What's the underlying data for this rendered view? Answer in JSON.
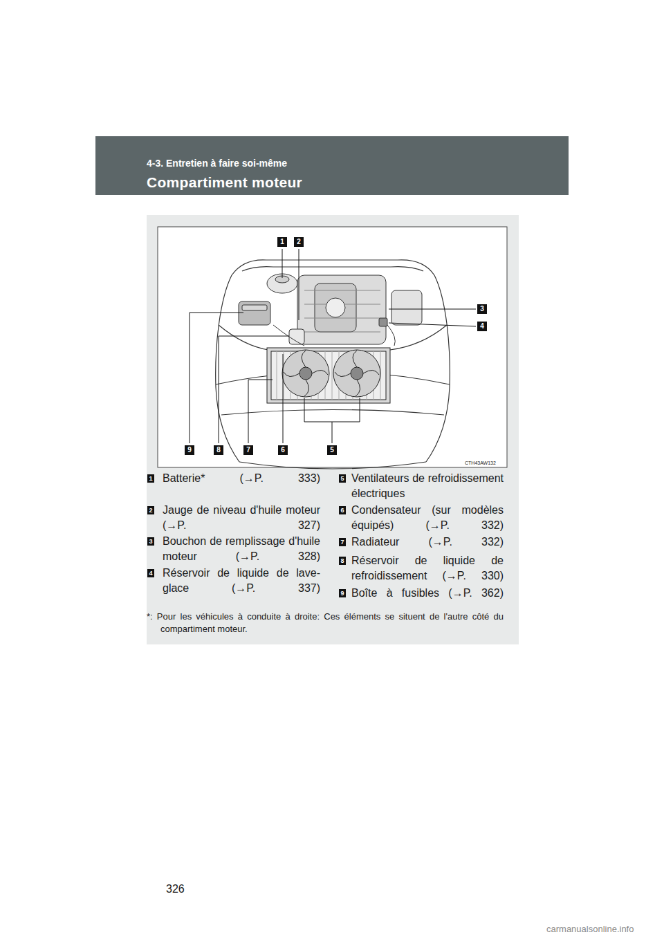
{
  "diagram": {
    "title": "Compartiment moteur",
    "labels": [
      "4-3. Entretien à faire soi-même",
      "1",
      "2",
      "3",
      "4",
      "9",
      "8",
      "7",
      "6",
      "5",
      "CTH43AW132",
      "1",
      "Batterie* (→P. 333)",
      "2",
      "Jauge de niveau d'huile moteur (→P. 327)",
      "3",
      "Bouchon de remplissage d'huile moteur (→P. 328)",
      "4",
      "Réservoir de liquide de lave-glace (→P. 337)",
      "5",
      "Ventilateurs de refroidissement électriques",
      "6",
      "Condensateur (sur modèles équipés) (→P. 332)",
      "7",
      "Radiateur (→P. 332)",
      "8",
      "Réservoir de liquide de refroidissement (→P. 330)",
      "9",
      "Boîte à fusibles (→P. 362)",
      "*: Pour les véhicules à conduite à droite: Ces éléments se situent de l'autre côté du compartiment moteur.",
      "326",
      "carmanualsonline.info"
    ]
  }
}
